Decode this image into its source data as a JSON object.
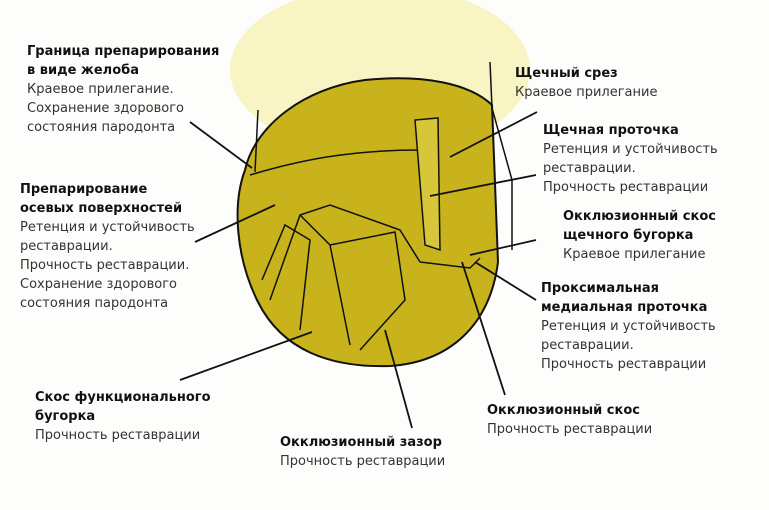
{
  "colors": {
    "tooth": "#c8b31c",
    "halo": "#f8f4c4",
    "line": "#111111"
  },
  "labels": [
    {
      "title": [
        "Граница препарирования",
        "в виде желоба"
      ],
      "lines": [
        "Краевое прилегание.",
        "Сохранение здорового",
        "состояния пародонта"
      ]
    },
    {
      "title": [
        "Препарирование",
        "осевых поверхностей"
      ],
      "lines": [
        "Ретенция и устойчивость",
        "реставрации.",
        "Прочность реставрации.",
        "Сохранение здорового",
        "состояния пародонта"
      ]
    },
    {
      "title": [
        "Щечный срез"
      ],
      "lines": [
        "Краевое прилегание"
      ]
    },
    {
      "title": [
        "Щечная проточка"
      ],
      "lines": [
        "Ретенция и устойчивость",
        "реставрации.",
        "Прочность реставрации"
      ]
    },
    {
      "title": [
        "Окклюзионный скос",
        "щечного бугорка"
      ],
      "lines": [
        "Краевое прилегание"
      ]
    },
    {
      "title": [
        "Проксимальная",
        "медиальная проточка"
      ],
      "lines": [
        "Ретенция и устойчивость",
        "реставрации.",
        "Прочность реставрации"
      ]
    },
    {
      "title": [
        "Скос функционального",
        "бугорка"
      ],
      "lines": [
        "Прочность реставрации"
      ]
    },
    {
      "title": [
        "Окклюзионный зазор"
      ],
      "lines": [
        "Прочность реставрации"
      ]
    },
    {
      "title": [
        "Окклюзионный скос"
      ],
      "lines": [
        "Прочность реставрации"
      ]
    }
  ]
}
